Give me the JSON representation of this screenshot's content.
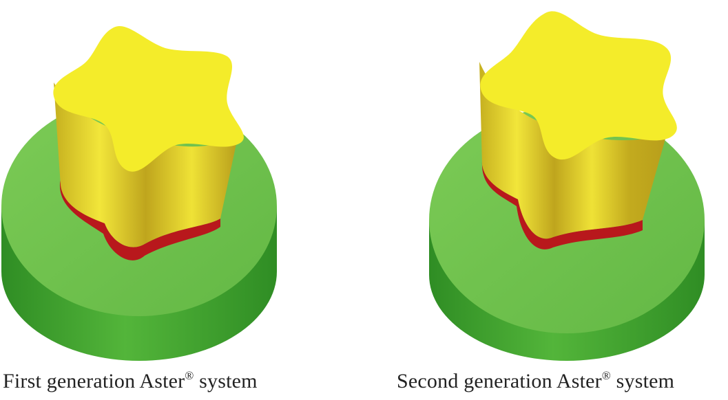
{
  "figure": {
    "panels": [
      {
        "caption_prefix": "First generation Aster",
        "caption_mark": "®",
        "caption_suffix": " system"
      },
      {
        "caption_prefix": "Second generation Aster",
        "caption_mark": "®",
        "caption_suffix": " system"
      }
    ]
  },
  "colors": {
    "base_top": "#6cc04a",
    "base_side": "#3e9e2e",
    "star_top": "#f4ec2a",
    "star_side": "#c8b423",
    "red_layer": "#b8181c"
  }
}
